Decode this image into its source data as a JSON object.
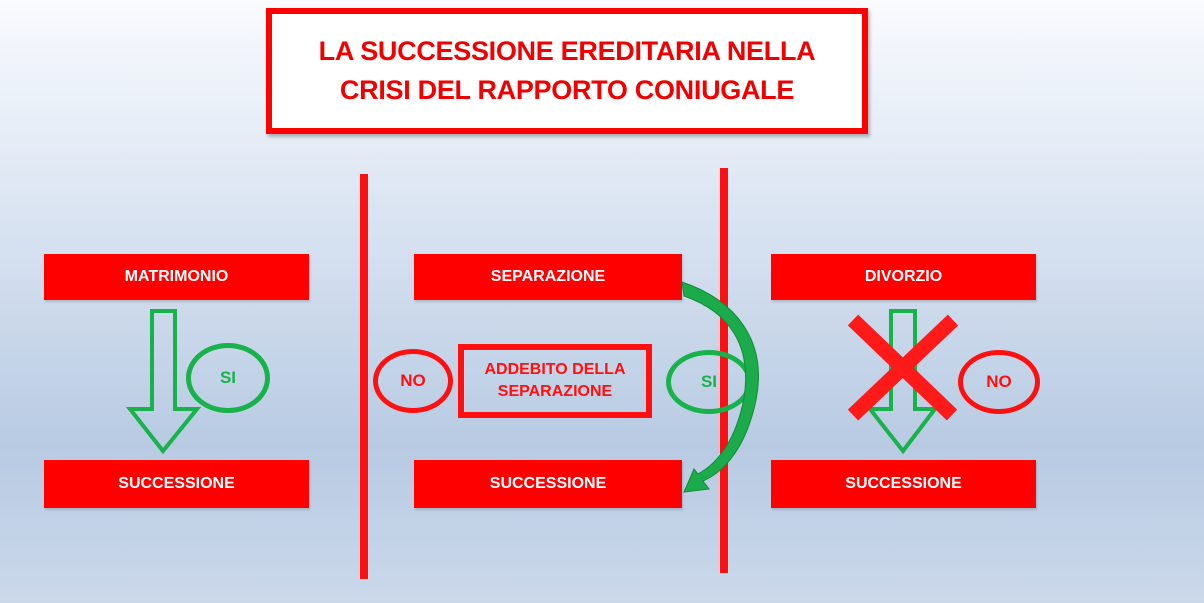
{
  "title": {
    "line1": "LA SUCCESSIONE EREDITARIA NELLA",
    "line2": "CRISI DEL RAPPORTO CONIUGALE"
  },
  "columns": {
    "matrimonio": {
      "top_label": "MATRIMONIO",
      "answer": "SI",
      "bottom_label": "SUCCESSIONE"
    },
    "separazione": {
      "top_label": "SEPARAZIONE",
      "condition_line1": "ADDEBITO DELLA",
      "condition_line2": "SEPARAZIONE",
      "answer_with_addebito": "NO",
      "answer_without_addebito": "SI",
      "bottom_label": "SUCCESSIONE"
    },
    "divorzio": {
      "top_label": "DIVORZIO",
      "answer": "NO",
      "bottom_label": "SUCCESSIONE"
    }
  },
  "colors": {
    "red": "#ff0000",
    "green": "#17b24a",
    "background": "#c9d7ea"
  }
}
